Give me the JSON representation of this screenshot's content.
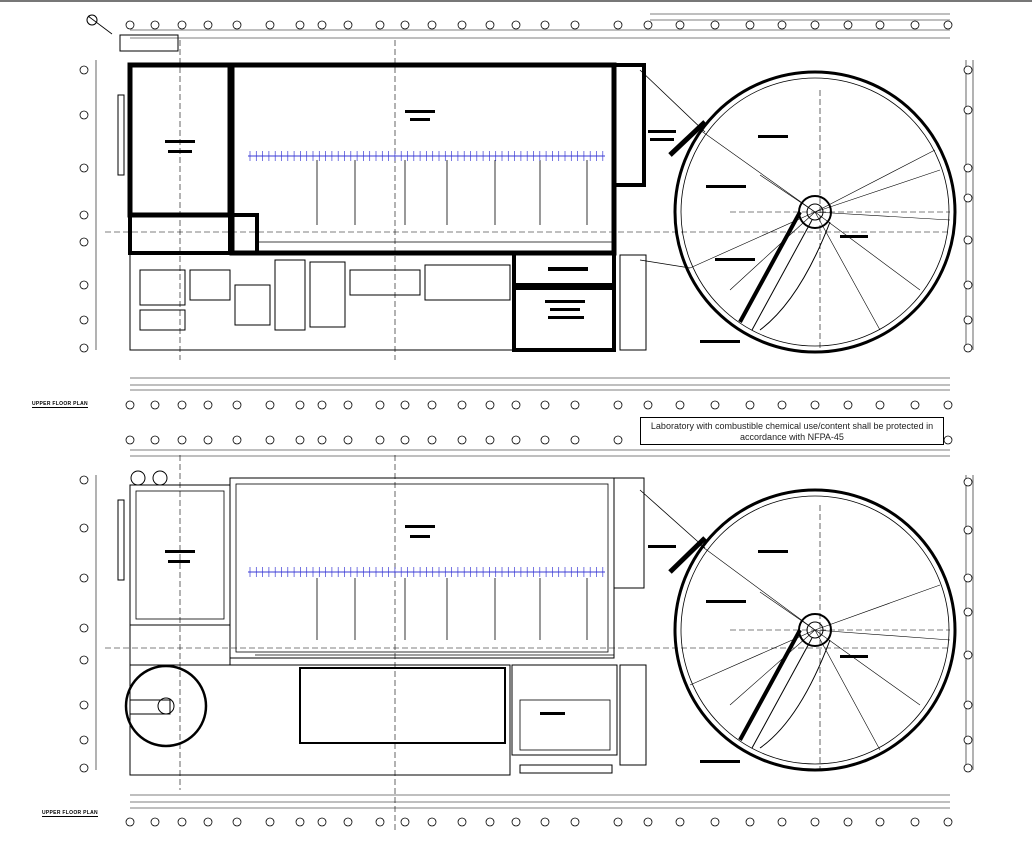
{
  "note": {
    "line1": "Laboratory with combustible chemical use/content shall be protected in",
    "line2": "accordance with NFPA-45"
  },
  "plans": [
    {
      "title": "UPPER FLOOR PLAN"
    },
    {
      "title": "UPPER FLOOR PLAN"
    }
  ],
  "colors": {
    "line": "#000000",
    "diffuser": "#3b3bd6",
    "background": "#ffffff"
  }
}
